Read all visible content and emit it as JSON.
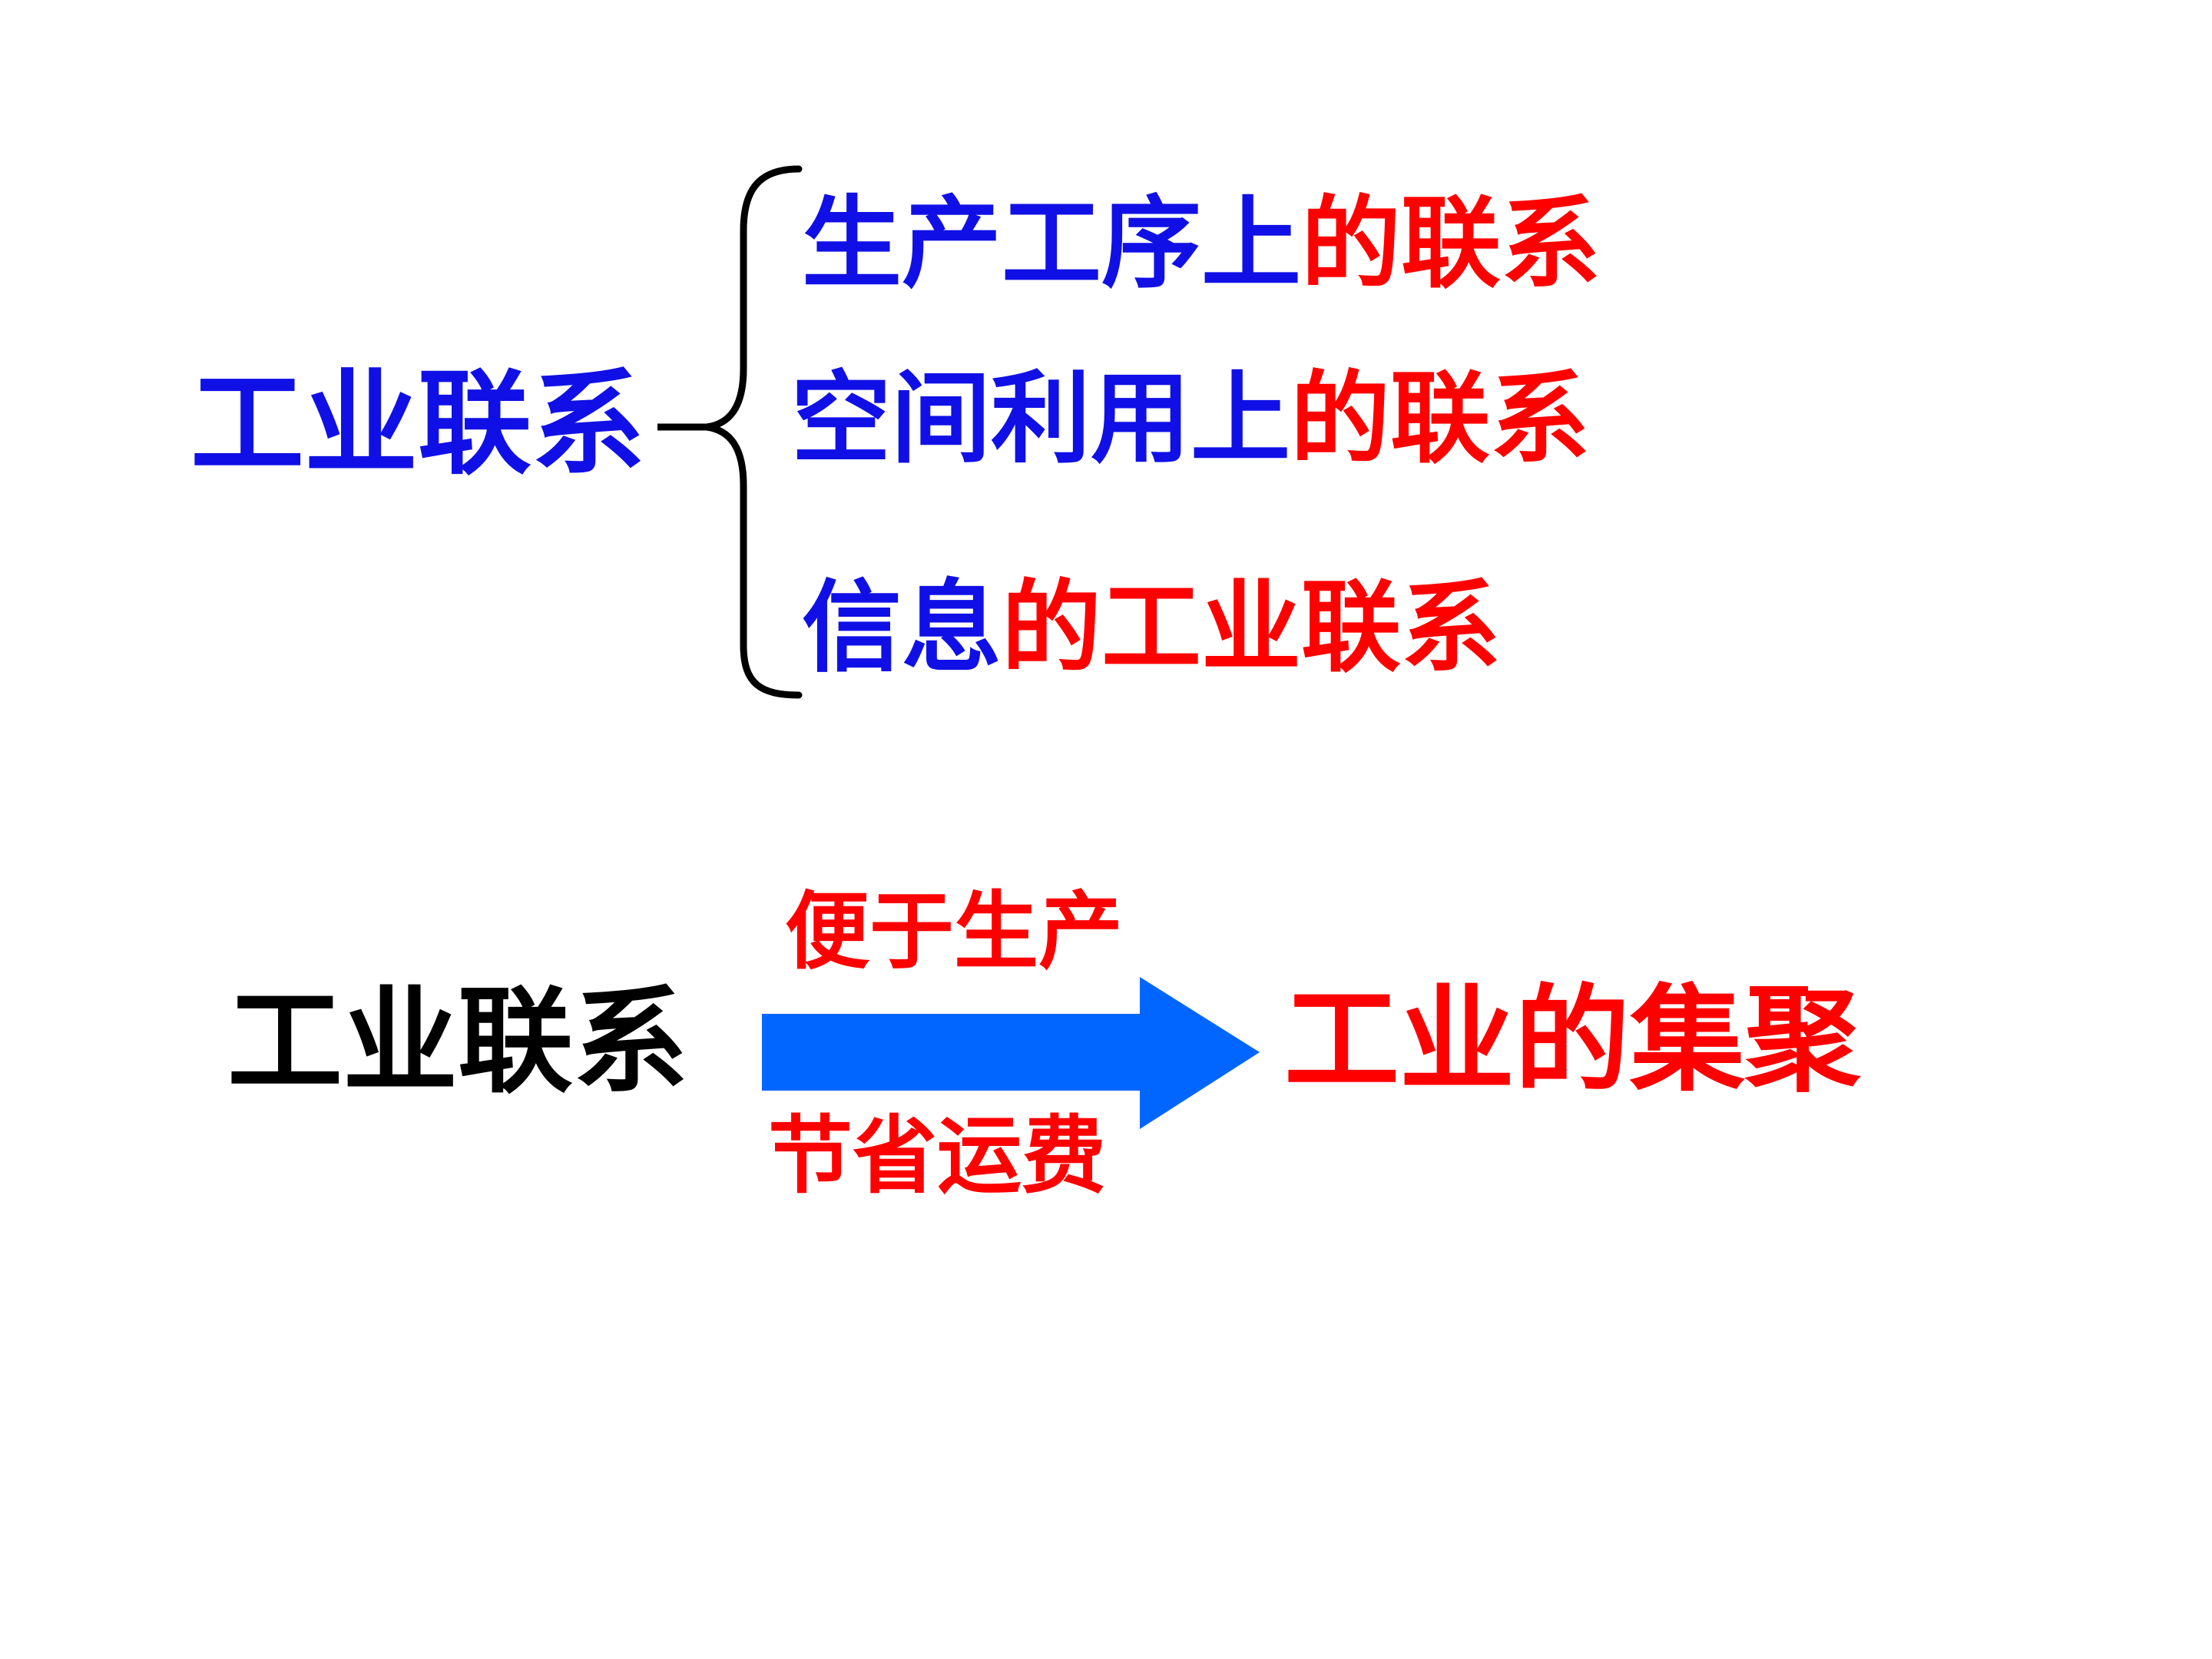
{
  "colors": {
    "blue": "#1010e6",
    "red": "#ff0000",
    "black": "#000000",
    "arrow": "#0066ff"
  },
  "top": {
    "root": "工业联系",
    "branches": [
      {
        "blue_part": "生产工序上",
        "red_part": "的联系"
      },
      {
        "blue_part": "空间利用上",
        "red_part": "的联系"
      },
      {
        "blue_part": "信息",
        "red_part": "的工业联系"
      }
    ]
  },
  "bottom": {
    "root": "工业联系",
    "arrow_label_above": "便于生产",
    "arrow_label_below": "节省运费",
    "result": "工业的集聚"
  }
}
